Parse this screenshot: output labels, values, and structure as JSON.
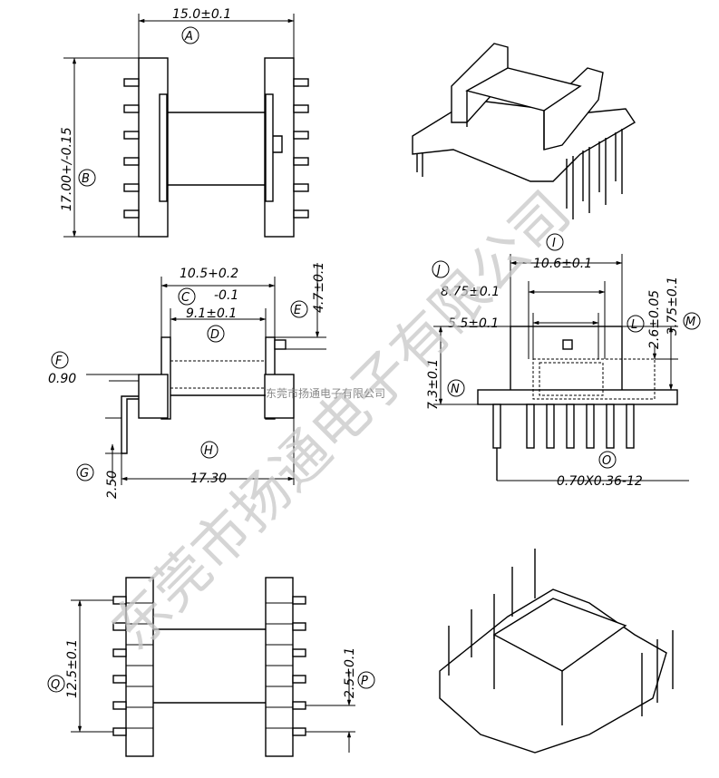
{
  "watermark": {
    "large": "东莞市扬通电子有限公司",
    "small": "东莞市扬通电子有限公司"
  },
  "dimensions": {
    "width_a": "15.0±0.1",
    "height_b": "17.00+/-0.15",
    "c_line1": "10.5+0.2",
    "c_line2": "-0.1",
    "d": "9.1±0.1",
    "e": "4.7±0.1",
    "f": "0.90",
    "g": "2.50",
    "h": "17.30",
    "i": "10.6±0.1",
    "j": "8.75±0.1",
    "k": "5.5±0.1",
    "l": "2.6±0.05",
    "m": "3.75±0.1",
    "n": "7.3±0.1",
    "o": "0.70X0.36-12",
    "p": "2.5±0.1",
    "q": "12.5±0.1"
  },
  "labels": {
    "a": "A",
    "b": "B",
    "c": "C",
    "d": "D",
    "e": "E",
    "f": "F",
    "g": "G",
    "h": "H",
    "i": "I",
    "j": "J",
    "l": "L",
    "m": "M",
    "n": "N",
    "o": "O",
    "p": "P",
    "q": "Q"
  }
}
